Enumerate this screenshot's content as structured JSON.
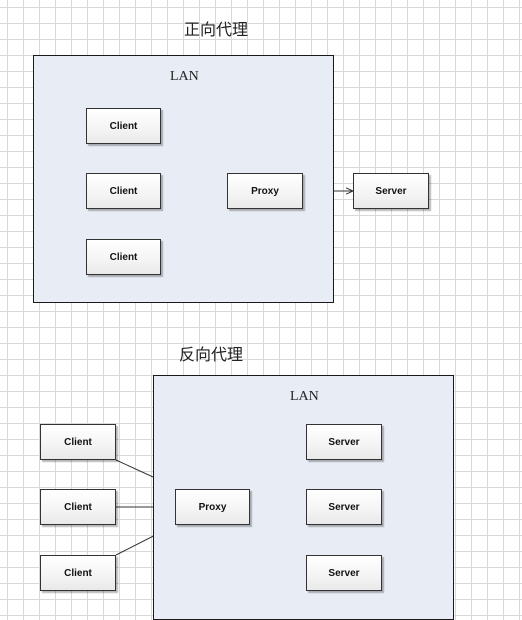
{
  "forward": {
    "title": "正向代理",
    "lan_label": "LAN",
    "clients": [
      "Client",
      "Client",
      "Client"
    ],
    "proxy": "Proxy",
    "server": "Server"
  },
  "reverse": {
    "title": "反向代理",
    "lan_label": "LAN",
    "clients": [
      "Client",
      "Client",
      "Client"
    ],
    "proxy": "Proxy",
    "servers": [
      "Server",
      "Server",
      "Server"
    ]
  },
  "colors": {
    "lan_fill": "#e8edf5",
    "grid_line": "#d8d8d8",
    "stroke": "#333333"
  }
}
